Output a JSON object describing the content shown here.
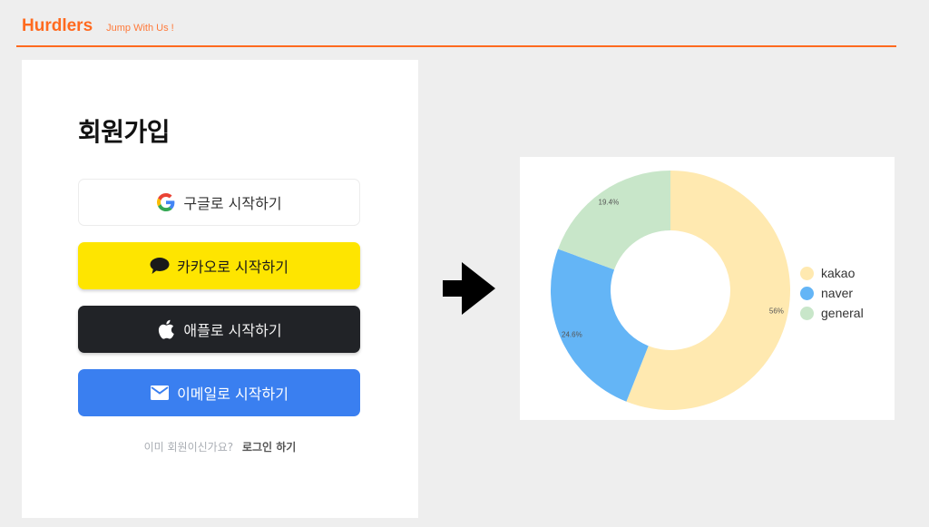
{
  "header": {
    "brand": "Hurdlers",
    "tagline": "Jump With Us !",
    "accent_color": "#ff6a1f"
  },
  "signup": {
    "title": "회원가입",
    "buttons": [
      {
        "id": "google",
        "label": "구글로 시작하기",
        "icon": "google-icon",
        "bg": "#ffffff"
      },
      {
        "id": "kakao",
        "label": "카카오로 시작하기",
        "icon": "speech-bubble-icon",
        "bg": "#fee500"
      },
      {
        "id": "apple",
        "label": "애플로 시작하기",
        "icon": "apple-icon",
        "bg": "#212327"
      },
      {
        "id": "email",
        "label": "이메일로 시작하기",
        "icon": "envelope-icon",
        "bg": "#3a7ff0"
      }
    ],
    "login_prompt": "이미 회원이신가요?",
    "login_link": "로그인 하기"
  },
  "arrow": {
    "icon": "right-arrow-icon"
  },
  "chart_data": {
    "type": "pie",
    "donut": true,
    "title": "",
    "categories": [
      "kakao",
      "naver",
      "general"
    ],
    "values": [
      56,
      24.6,
      19.4
    ],
    "labels": [
      "56%",
      "24.6%",
      "19.4%"
    ],
    "colors": [
      "#ffe9b0",
      "#64b5f6",
      "#c8e6c9"
    ],
    "legend_position": "right"
  }
}
